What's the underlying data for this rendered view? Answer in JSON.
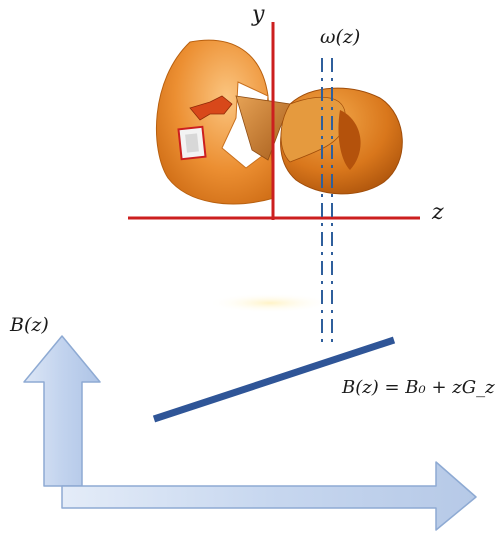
{
  "labels": {
    "y_axis": "y",
    "z_axis": "z",
    "omega": "ω(z)",
    "b_axis": "B(z)",
    "equation": "B(z) = B₀ + zG_z"
  },
  "colors": {
    "axis_red": "#cc1f1f",
    "dashed_blue": "#2f5f9c",
    "field_line": "#2f5597",
    "arrow_fill": "#c7d7ef",
    "arrow_stroke": "#8eaad3",
    "shape_orange": "#e07a1e",
    "shape_dark": "#b4520c",
    "glow": "#fff2c4"
  },
  "icons": {
    "diagram": "sliced-sphere-precession"
  }
}
